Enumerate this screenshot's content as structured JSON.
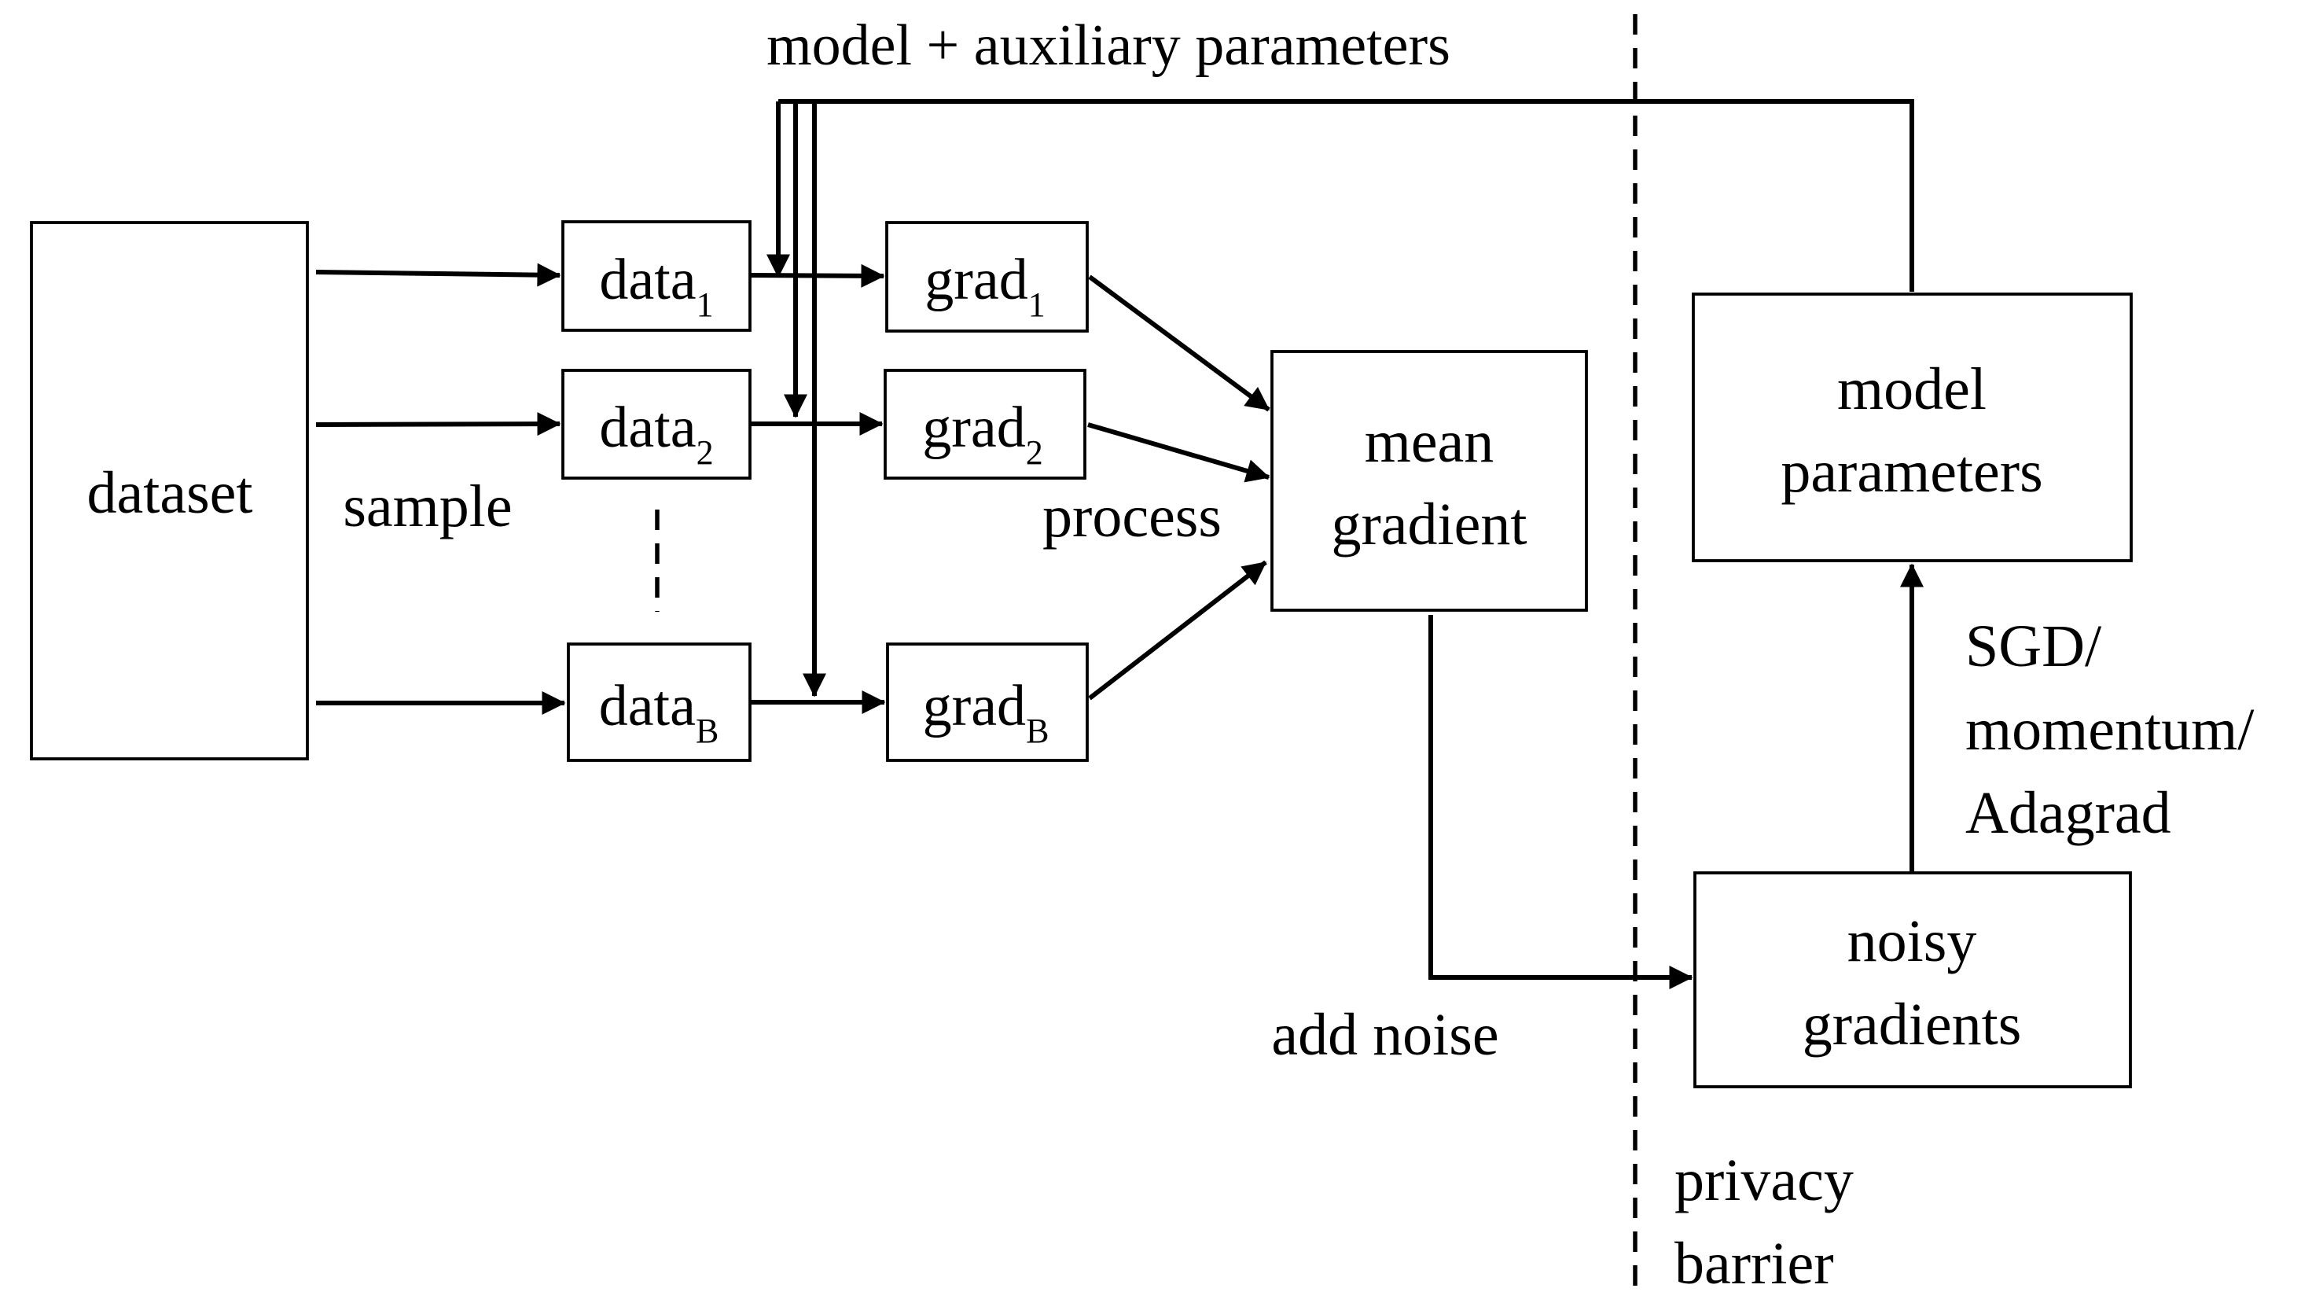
{
  "diagram": {
    "top_label": "model + auxiliary parameters",
    "dataset": "dataset",
    "sample": "sample",
    "process": "process",
    "add_noise": "add noise",
    "data_nodes": [
      {
        "base": "data",
        "sub": "1"
      },
      {
        "base": "data",
        "sub": "2"
      },
      {
        "base": "data",
        "sub": "B"
      }
    ],
    "grad_nodes": [
      {
        "base": "grad",
        "sub": "1"
      },
      {
        "base": "grad",
        "sub": "2"
      },
      {
        "base": "grad",
        "sub": "B"
      }
    ],
    "mean_gradient": {
      "line1": "mean",
      "line2": "gradient"
    },
    "model_parameters": {
      "line1": "model",
      "line2": "parameters"
    },
    "noisy_gradients": {
      "line1": "noisy",
      "line2": "gradients"
    },
    "optimizer": {
      "line1": "SGD/",
      "line2": "momentum/",
      "line3": "Adagrad"
    },
    "privacy_barrier": {
      "line1": "privacy",
      "line2": "barrier"
    },
    "colors": {
      "stroke": "#000000",
      "background": "#ffffff"
    }
  }
}
